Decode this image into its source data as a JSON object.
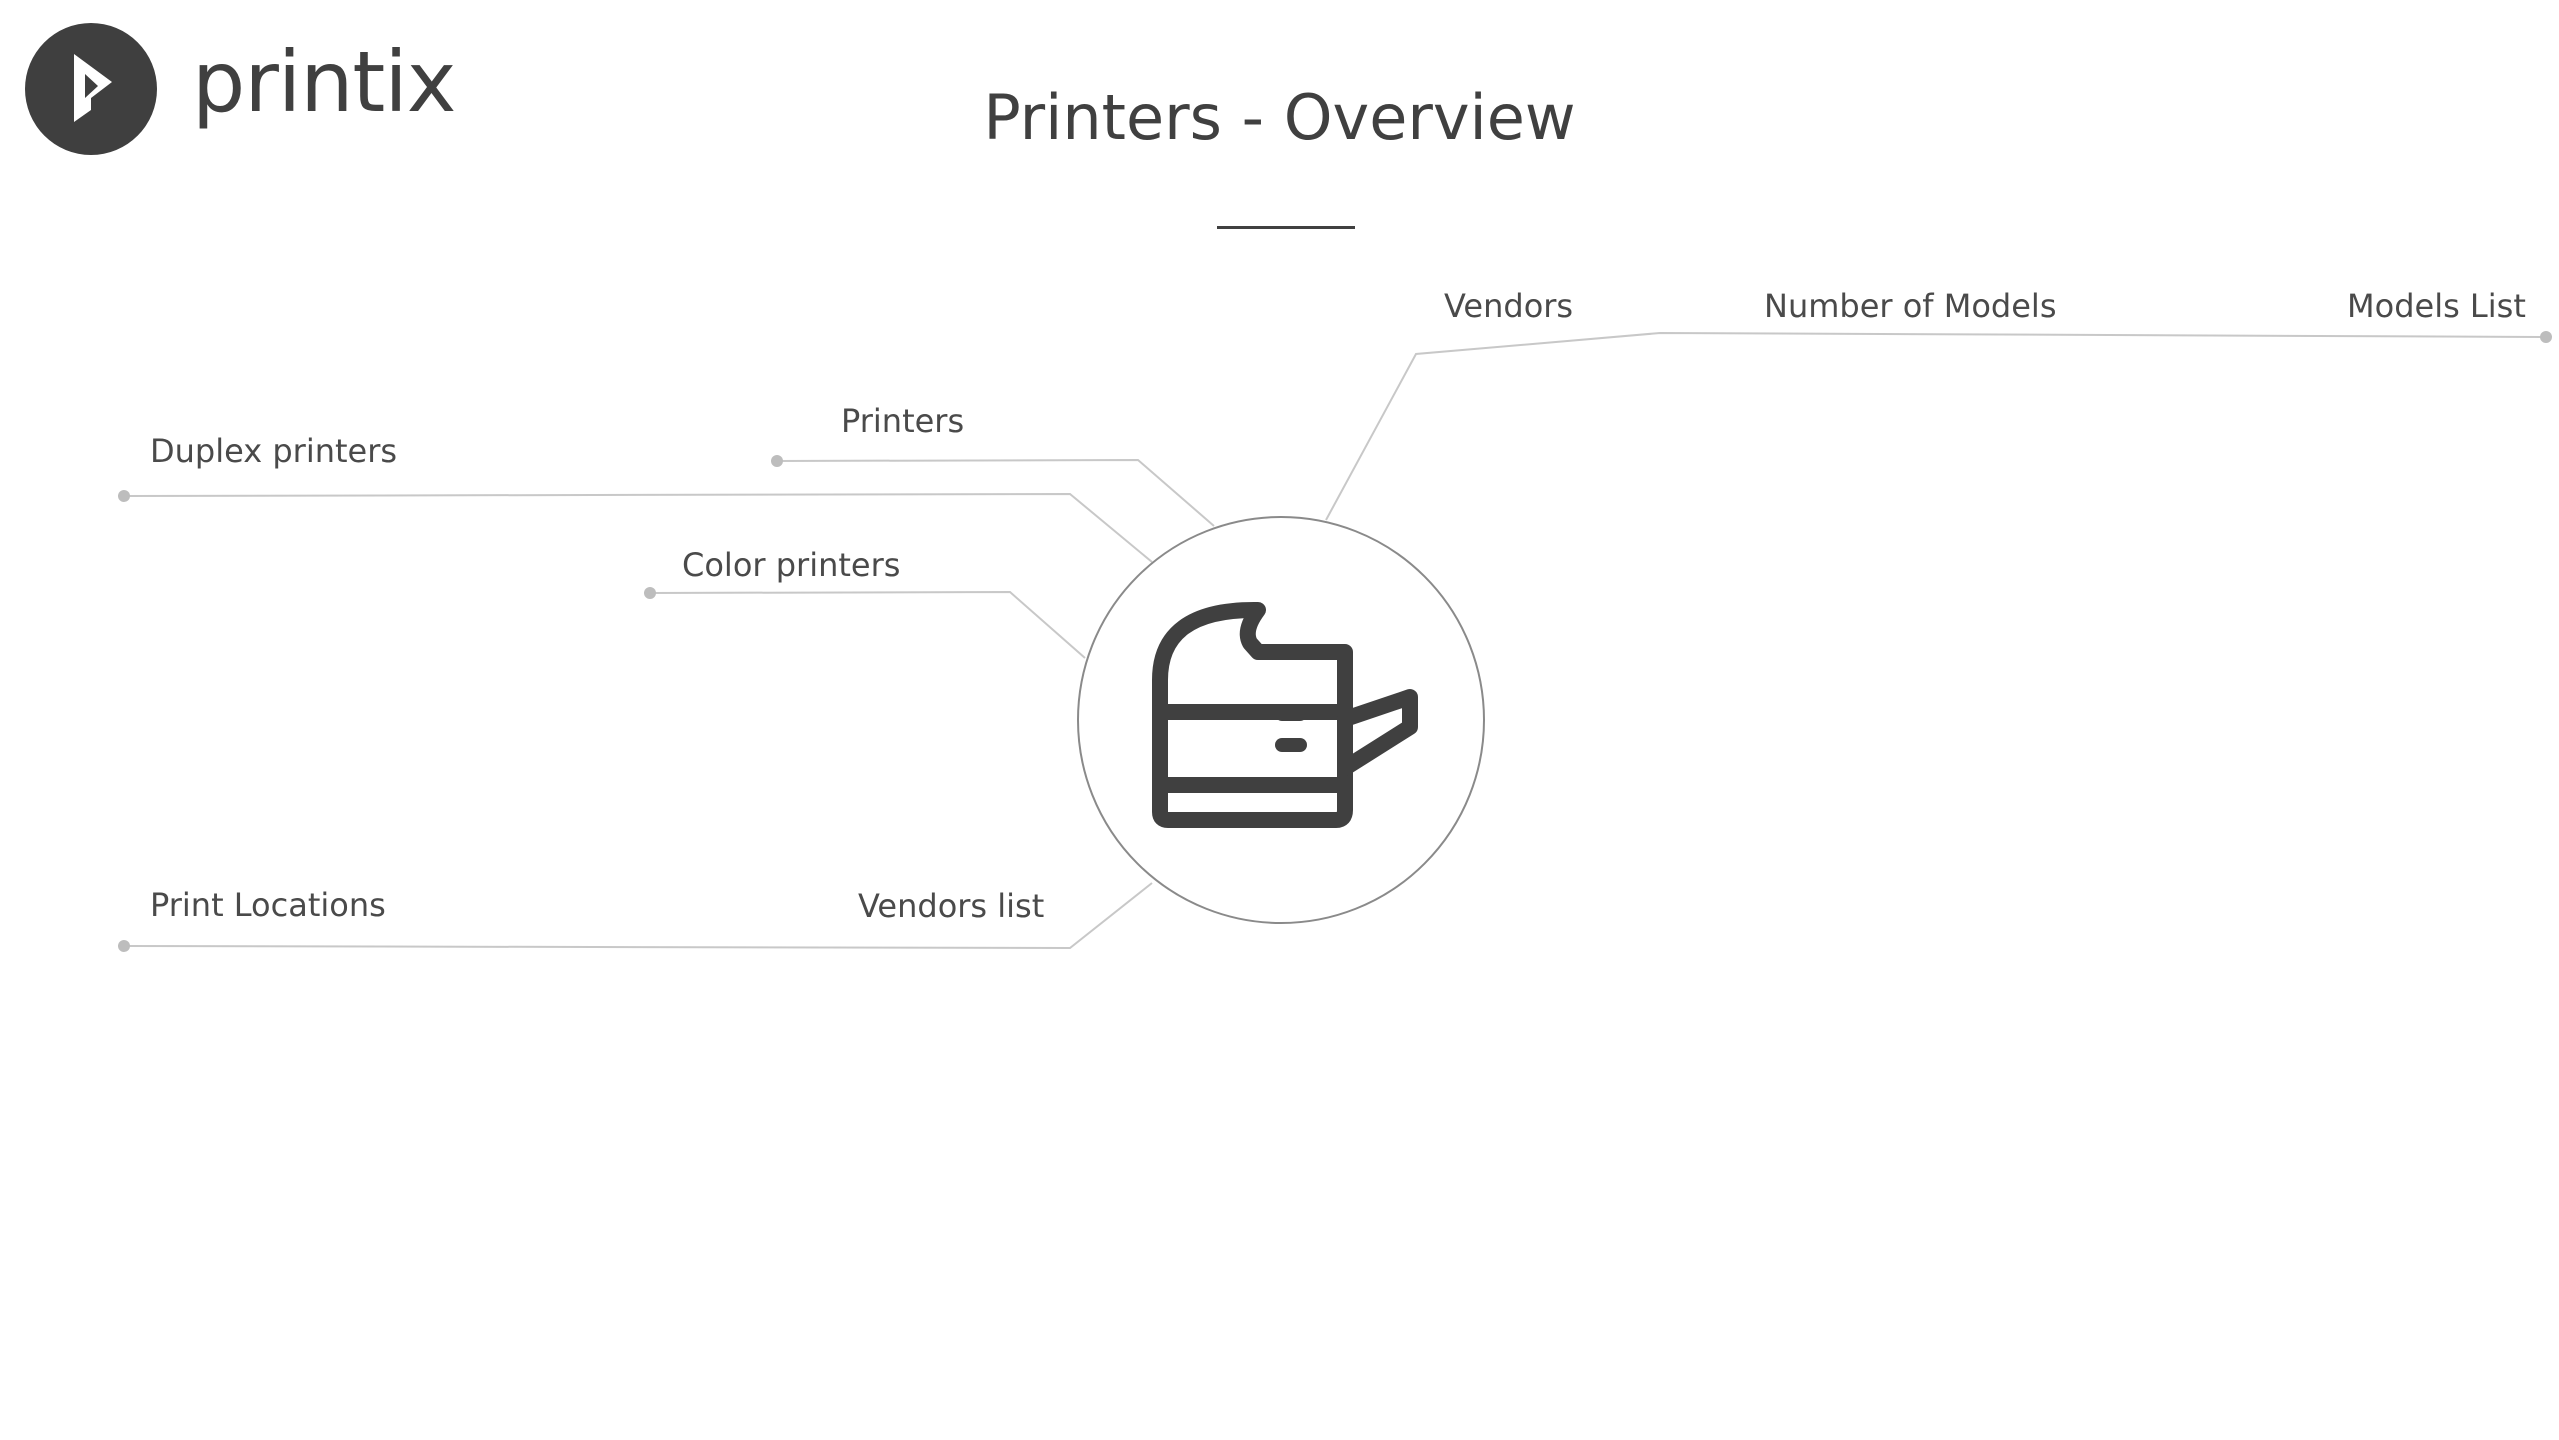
{
  "brand": {
    "name": "printix",
    "logo_icon": "printix-arrow-logo-icon",
    "color": "#3f3f3f"
  },
  "page": {
    "title": "Printers - Overview"
  },
  "hub": {
    "icon": "printer-icon",
    "ring_color": "#8a8a8a",
    "icon_color": "#404040"
  },
  "links": {
    "vendors": "Vendors",
    "number_of_models": "Number of Models",
    "models_list": "Models List",
    "printers": "Printers",
    "duplex_printers": "Duplex printers",
    "color_printers": "Color printers",
    "print_locations": "Print Locations",
    "vendors_list": "Vendors list"
  },
  "colors": {
    "connector": "#c8c8c8",
    "dot": "#bdbdbd",
    "text": "#404040"
  }
}
